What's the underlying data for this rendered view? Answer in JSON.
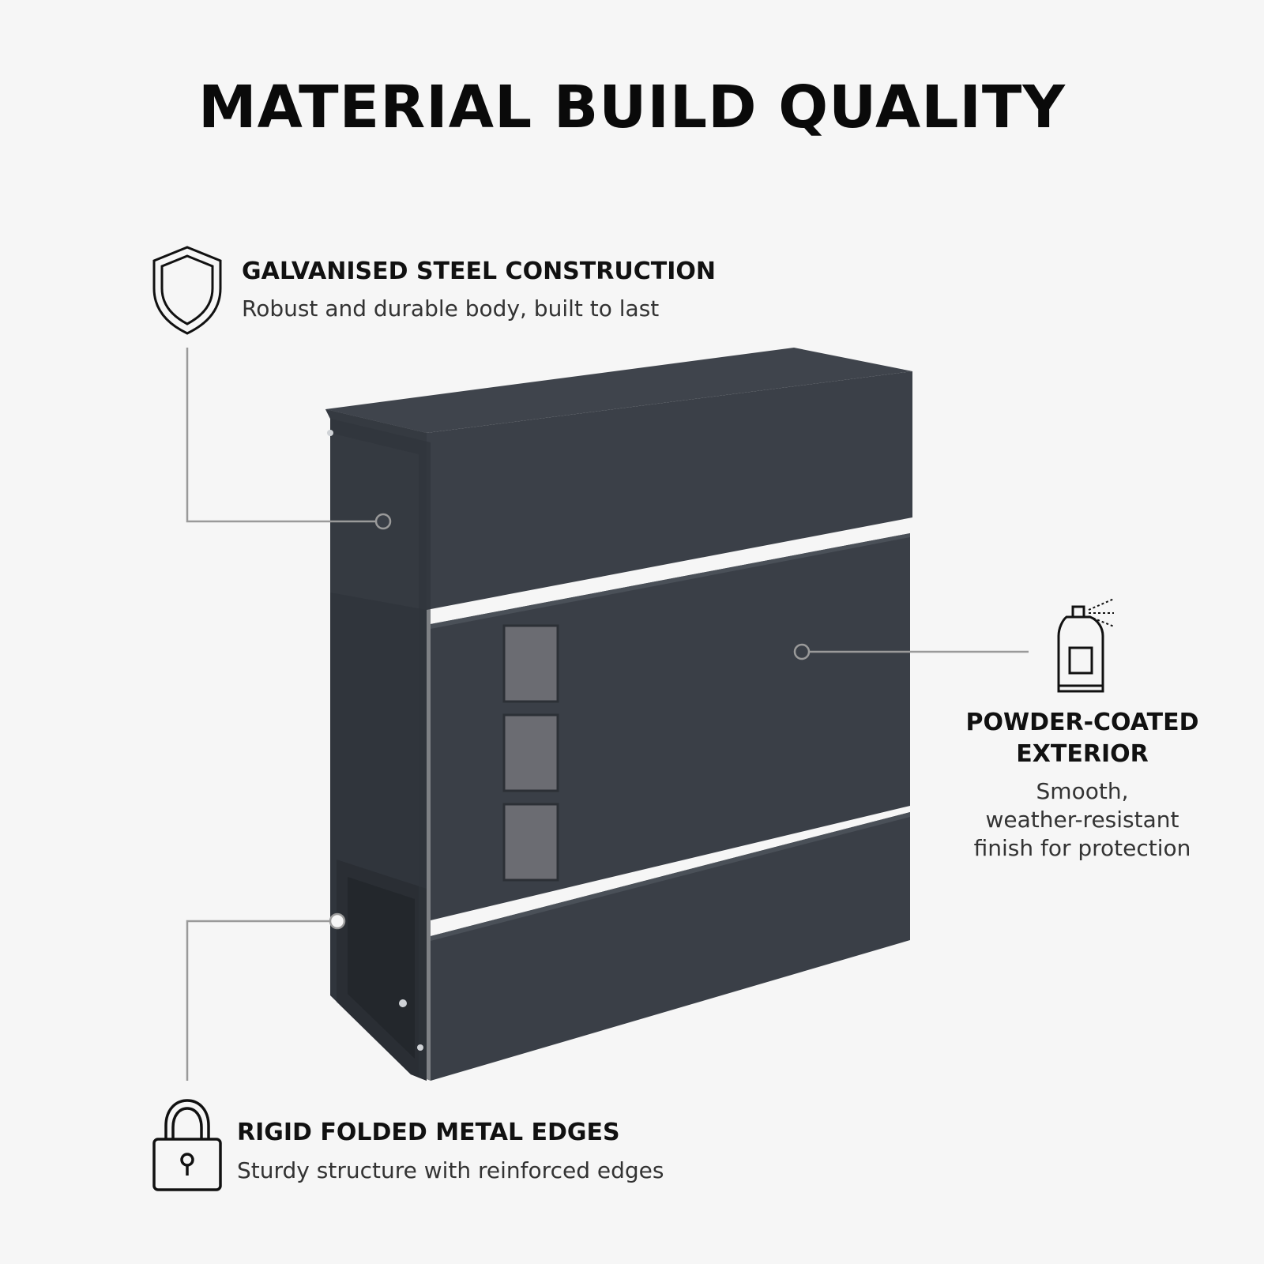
{
  "title": "MATERIAL BUILD QUALITY",
  "features": {
    "galvanised": {
      "title": "GALVANISED STEEL CONSTRUCTION",
      "desc": "Robust and durable body, built to last",
      "icon": "shield-icon"
    },
    "powder": {
      "title_line1": "POWDER-COATED",
      "title_line2": "EXTERIOR",
      "desc_line1": "Smooth,",
      "desc_line2": "weather-resistant",
      "desc_line3": "finish for protection",
      "icon": "spray-can-icon"
    },
    "edges": {
      "title": "RIGID FOLDED METAL EDGES",
      "desc": "Sturdy structure with reinforced edges",
      "icon": "padlock-icon"
    }
  },
  "colors": {
    "background": "#f6f6f6",
    "product_body": "#3a3f47",
    "callout_line": "#9a9a9a"
  }
}
